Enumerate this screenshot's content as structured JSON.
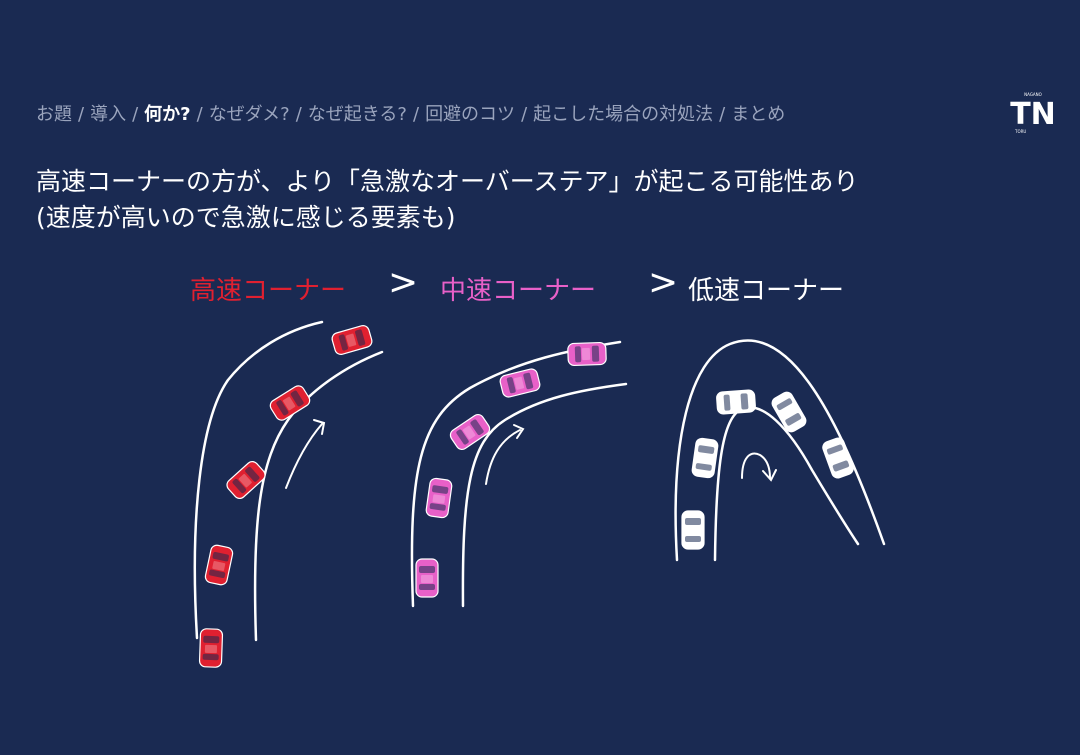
{
  "breadcrumb": {
    "items": [
      {
        "label": "お題",
        "current": false
      },
      {
        "label": "導入",
        "current": false
      },
      {
        "label": "何か?",
        "current": true
      },
      {
        "label": "なぜダメ?",
        "current": false
      },
      {
        "label": "なぜ起きる?",
        "current": false
      },
      {
        "label": "回避のコツ",
        "current": false
      },
      {
        "label": "起こした場合の対処法",
        "current": false
      },
      {
        "label": "まとめ",
        "current": false
      }
    ],
    "separator": "/"
  },
  "logo": {
    "mark": "TN",
    "small_top": "NAGANO",
    "small_bottom": "TORU"
  },
  "headline": {
    "line1": "高速コーナーの方が、より「急激なオーバーステア」が起こる可能性あり",
    "line2": "(速度が高いので急激に感じる要素も)"
  },
  "comparison": {
    "high": "高速コーナー",
    "mid": "中速コーナー",
    "low": "低速コーナー",
    "operator": ">"
  },
  "colors": {
    "background": "#1a2a52",
    "high": "#e02030",
    "mid": "#e860c8",
    "low": "#ffffff"
  }
}
